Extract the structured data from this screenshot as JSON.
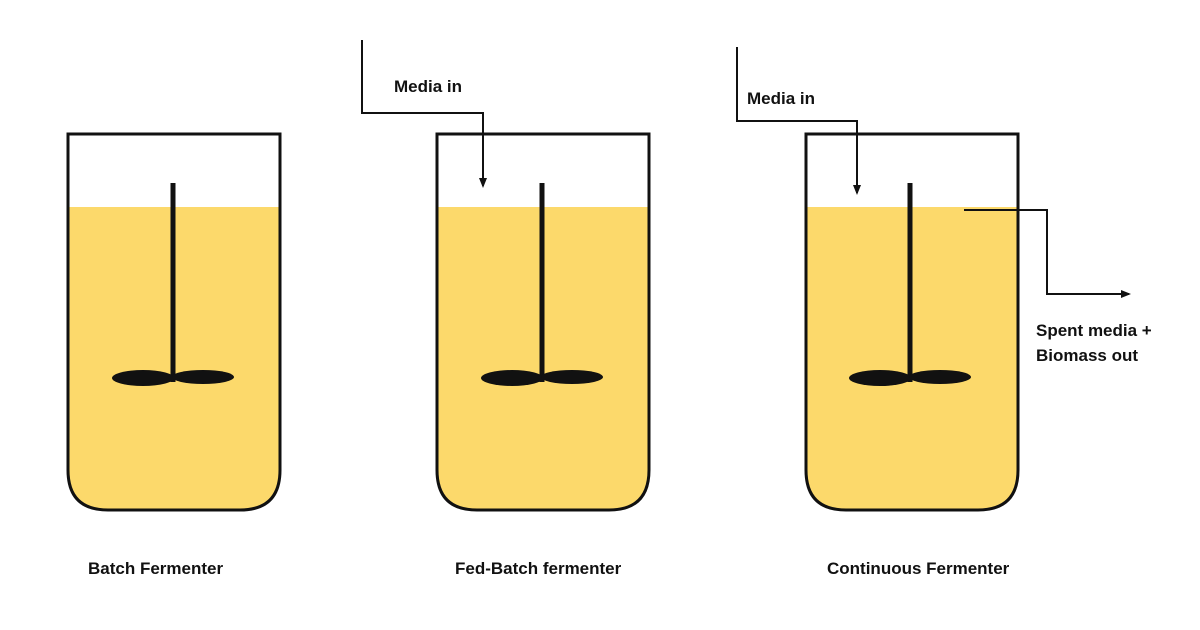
{
  "colors": {
    "broth": "#FCD96B",
    "outline": "#111111",
    "background": "#FFFFFF"
  },
  "fermenters": [
    {
      "caption": "Batch Fermenter"
    },
    {
      "caption": "Fed-Batch fermenter",
      "inlet_label": "Media in"
    },
    {
      "caption": "Continuous Fermenter",
      "inlet_label": "Media in",
      "outlet_label": "Spent media + Biomass out"
    }
  ]
}
